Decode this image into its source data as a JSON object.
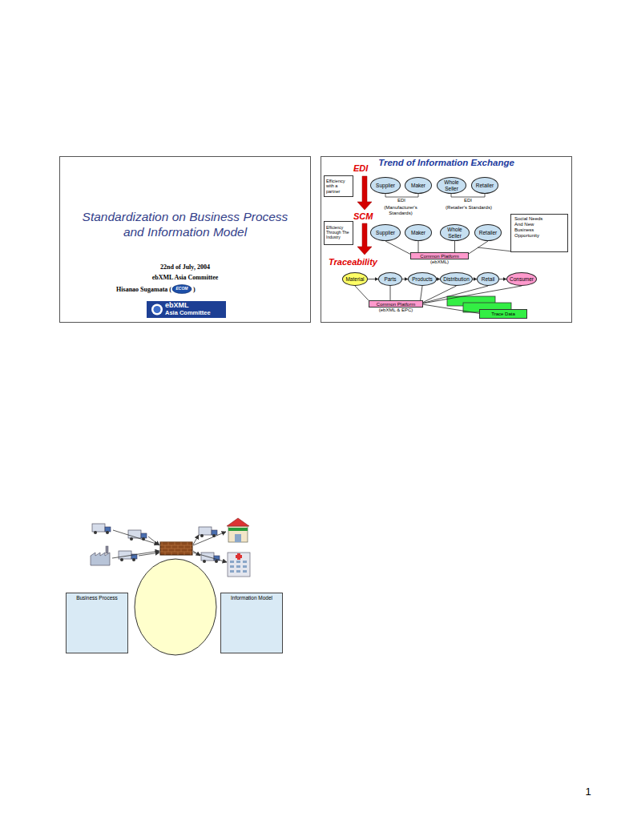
{
  "diagram": {
    "nodes": [
      {
        "text": [
          "Standardization on Business Process and Information Model",
          "22nd of July, 2004",
          "ebXML Asia Committee",
          "Hisanao Sugamata (",
          ")"
        ]
      },
      {
        "text": [
          "Trend of Information Exchange"
        ]
      },
      {
        "text": [
          "Efficiency with a partner"
        ],
        "in": 1
      },
      {
        "text": [
          "Supplier"
        ],
        "in": 1
      },
      {
        "text": [
          "Maker"
        ],
        "in": 1
      },
      {
        "text": [
          "Whole Seller"
        ],
        "in": 1
      },
      {
        "text": [
          "Retailer"
        ],
        "in": 1
      },
      {
        "text": [
          "Efficiency Through The Industry"
        ],
        "in": 1
      },
      {
        "text": [
          "Supplier"
        ],
        "in": 1
      },
      {
        "text": [
          "Maker"
        ],
        "in": 1
      },
      {
        "text": [
          "Whole Seller"
        ],
        "in": 1
      },
      {
        "text": [
          "Retailer"
        ],
        "in": 1
      },
      {
        "text": [
          "Social Needs And New Business Opportunity"
        ],
        "in": 1
      },
      {
        "text": [
          "Common Platform",
          "(ebXML)"
        ],
        "in": 1
      },
      {
        "text": [
          "Material"
        ],
        "in": 1
      },
      {
        "text": [
          "Parts"
        ],
        "in": 1
      },
      {
        "text": [
          "Products"
        ],
        "in": 1
      },
      {
        "text": [
          "Distribution"
        ],
        "in": 1
      },
      {
        "text": [
          "Retail"
        ],
        "in": 1
      },
      {
        "text": [
          "Consumer"
        ],
        "in": 1
      },
      {
        "text": [
          "Common Platform",
          "(ebXML & EPC)"
        ],
        "in": 1
      },
      {
        "text": [
          "Trace Data"
        ],
        "in": 1
      },
      {
        "text": [
          "Business Process"
        ]
      },
      {
        "text": [
          "Information Model"
        ]
      }
    ],
    "edges": [
      {
        "from": 8,
        "to": 13,
        "arrow": "none"
      },
      {
        "from": 9,
        "to": 13,
        "arrow": "none"
      },
      {
        "from": 10,
        "to": 13,
        "arrow": "none"
      },
      {
        "from": 11,
        "to": 13,
        "arrow": "none"
      },
      {
        "from": 14,
        "to": 15,
        "arrow": "to"
      },
      {
        "from": 15,
        "to": 16,
        "arrow": "to"
      },
      {
        "from": 16,
        "to": 17,
        "arrow": "to"
      },
      {
        "from": 17,
        "to": 18,
        "arrow": "to"
      },
      {
        "from": 18,
        "to": 19,
        "arrow": "to"
      },
      {
        "from": 20,
        "to": 14,
        "arrow": "none"
      },
      {
        "from": 20,
        "to": 15,
        "arrow": "none"
      },
      {
        "from": 20,
        "to": 16,
        "arrow": "none"
      },
      {
        "from": 20,
        "to": 17,
        "arrow": "none"
      },
      {
        "from": 20,
        "to": 18,
        "arrow": "none"
      },
      {
        "from": 20,
        "to": 19,
        "arrow": "none"
      },
      {
        "from": 20,
        "to": 21,
        "arrow": "none"
      }
    ],
    "labels": [
      "EDI",
      "EDI",
      "EDI",
      "(Manufacturer's Standards)",
      "(Retailer's Standards)",
      "SCM",
      "Traceability",
      "ECOM",
      "ebXML",
      "Asia Committee",
      "1"
    ]
  }
}
